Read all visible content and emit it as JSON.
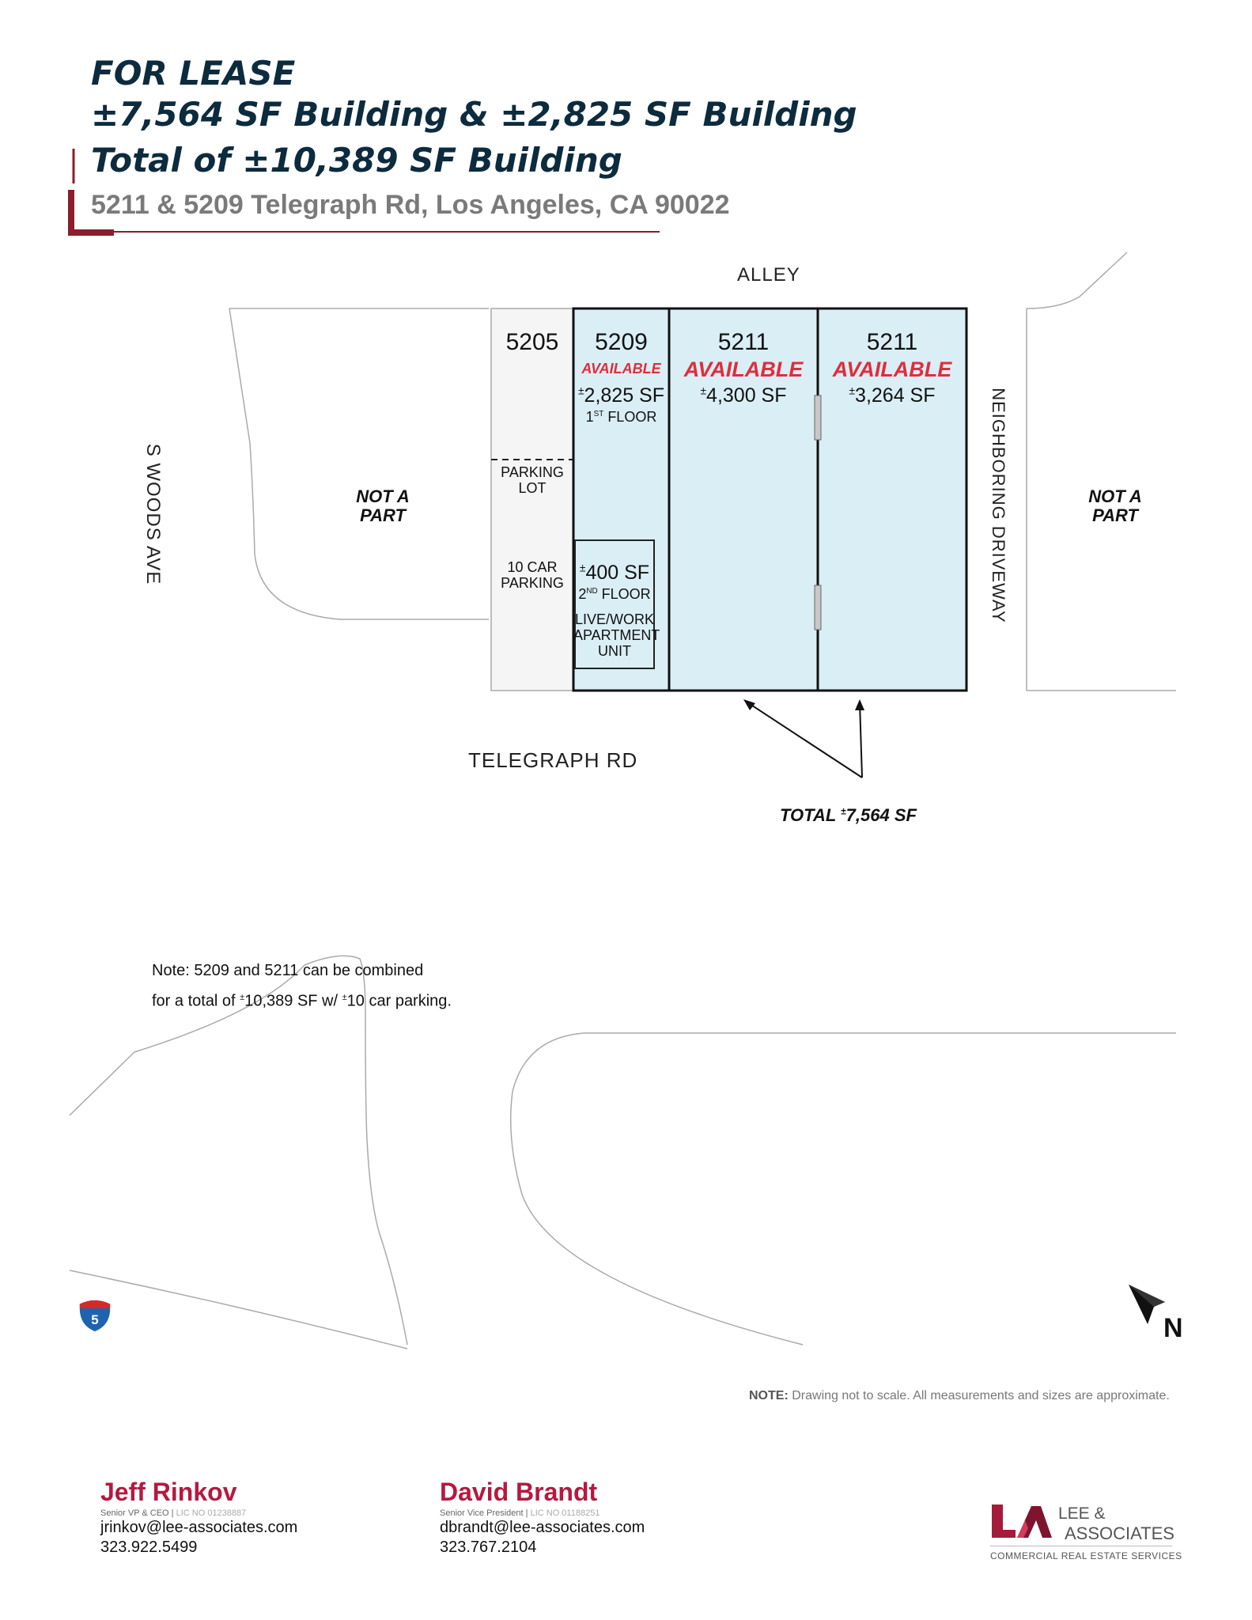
{
  "header": {
    "line1": "FOR LEASE",
    "line2": "±7,564 SF Building & ±2,825 SF Building",
    "line3": "Total of ±10,389 SF Building",
    "address": "5211 & 5209 Telegraph Rd, Los Angeles, CA 90022"
  },
  "map": {
    "street_top": "ALLEY",
    "street_bottom": "TELEGRAPH RD",
    "street_left": "S WOODS AVE",
    "street_right": "NEIGHBORING DRIVEWAY",
    "not_a_part_left": [
      "NOT A",
      "PART"
    ],
    "not_a_part_right": [
      "NOT A",
      "PART"
    ],
    "parcel_5205": {
      "number": "5205",
      "parking_lot": [
        "PARKING",
        "LOT"
      ],
      "car_parking": [
        "10 CAR",
        "PARKING"
      ]
    },
    "units": [
      {
        "number": "5209",
        "status": "AVAILABLE",
        "size": "2,825 SF",
        "size_prefix": "±",
        "floor": "FLOOR",
        "floor_num": "1",
        "floor_sup": "ST"
      },
      {
        "number": "5211",
        "status": "AVAILABLE",
        "size": "4,300 SF",
        "size_prefix": "±"
      },
      {
        "number": "5211",
        "status": "AVAILABLE",
        "size": "3,264 SF",
        "size_prefix": "±"
      }
    ],
    "upper_unit": {
      "size": "400 SF",
      "size_prefix": "±",
      "floor_num": "2",
      "floor_sup": "ND",
      "floor": "FLOOR",
      "desc": [
        "LIVE/WORK",
        "APARTMENT",
        "UNIT"
      ]
    },
    "total_label": "TOTAL",
    "total_value": "7,564 SF",
    "total_prefix": "±",
    "highway_shield": "5",
    "north_label": "N"
  },
  "notes": {
    "line1": "Note: 5209 and 5211 can be combined",
    "line2_a": "for a total of ",
    "line2_b": "10,389 SF w/ ",
    "line2_c": "10 car parking.",
    "pm": "±",
    "disclaimer_bold": "NOTE:",
    "disclaimer_text": " Drawing not to scale. All measurements and sizes are approximate."
  },
  "agents": [
    {
      "name": "Jeff Rinkov",
      "title": "Senior VP & CEO",
      "lic": "LIC NO 01238887",
      "email": "jrinkov@lee-associates.com",
      "phone": "323.922.5499"
    },
    {
      "name": "David Brandt",
      "title": "Senior Vice President",
      "lic": "LIC NO 01188251",
      "email": "dbrandt@lee-associates.com",
      "phone": "323.767.2104"
    }
  ],
  "logo": {
    "line1": "LEE &",
    "line2": "ASSOCIATES",
    "tagline": "COMMERCIAL REAL ESTATE SERVICES"
  },
  "colors": {
    "title": "#0d2b3e",
    "available": "#e02d3c",
    "building_fill": "#daeef5",
    "accent": "#8b1d2c",
    "agent_name": "#b5193f"
  }
}
